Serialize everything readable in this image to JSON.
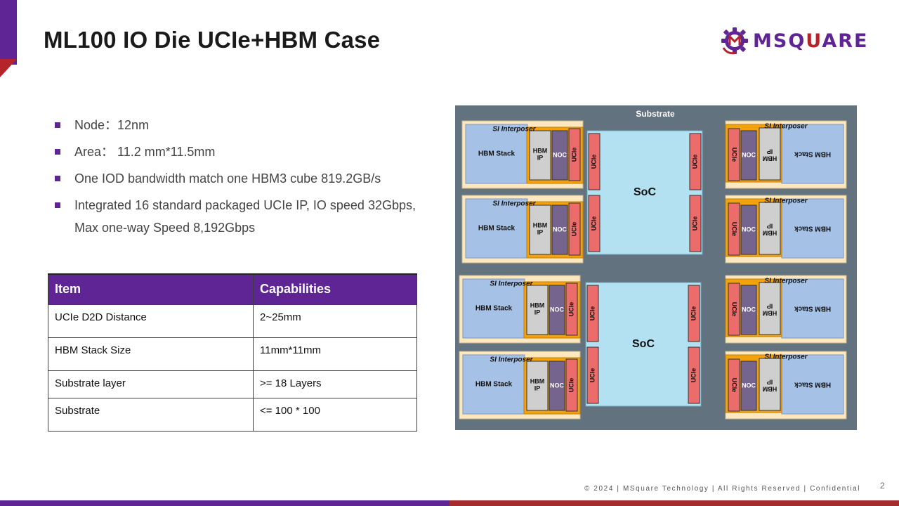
{
  "slide": {
    "title": "ML100 IO Die UCIe+HBM Case",
    "page_number": "2",
    "footer": "© 2024 | MSquare Technology | All Rights Reserved | Confidential"
  },
  "logo": {
    "text_part1": "MSQ",
    "text_part2": "U",
    "text_part3": "ARE",
    "colors": {
      "primary": "#5f2595",
      "accent": "#b3242b"
    }
  },
  "bullets": [
    {
      "text": "Node：12nm"
    },
    {
      "text": "Area：  11.2 mm*11.5mm"
    },
    {
      "text": "One IOD  bandwidth match one HBM3 cube 819.2GB/s"
    },
    {
      "text": "Integrated 16 standard packaged UCIe IP, IO speed 32Gbps, Max one-way Speed 8,192Gbps"
    }
  ],
  "table": {
    "headers": [
      "Item",
      "Capabilities"
    ],
    "rows": [
      [
        "UCIe D2D Distance",
        "2~25mm"
      ],
      [
        "HBM Stack Size",
        "11mm*11mm"
      ],
      [
        "Substrate layer",
        ">= 18 Layers"
      ],
      [
        "Substrate",
        "<= 100 * 100"
      ]
    ]
  },
  "diagram": {
    "substrate_label": "Substrate",
    "interposer_label": "SI Interposer",
    "hbm_stack_label": "HBM Stack",
    "hbm_ip_label": "HBM IP",
    "noc_label": "NOC",
    "ucie_label": "UCIe",
    "soc_label": "SoC",
    "colors": {
      "substrate": "#63727f",
      "interposer": "#fce7bf",
      "phy_frame": "#f2a20d",
      "hbm_stack": "#a5c1e6",
      "hbm_ip": "#cfcfcf",
      "noc": "#75648e",
      "ucie": "#ec6b6b",
      "soc": "#b4e1f2"
    }
  }
}
